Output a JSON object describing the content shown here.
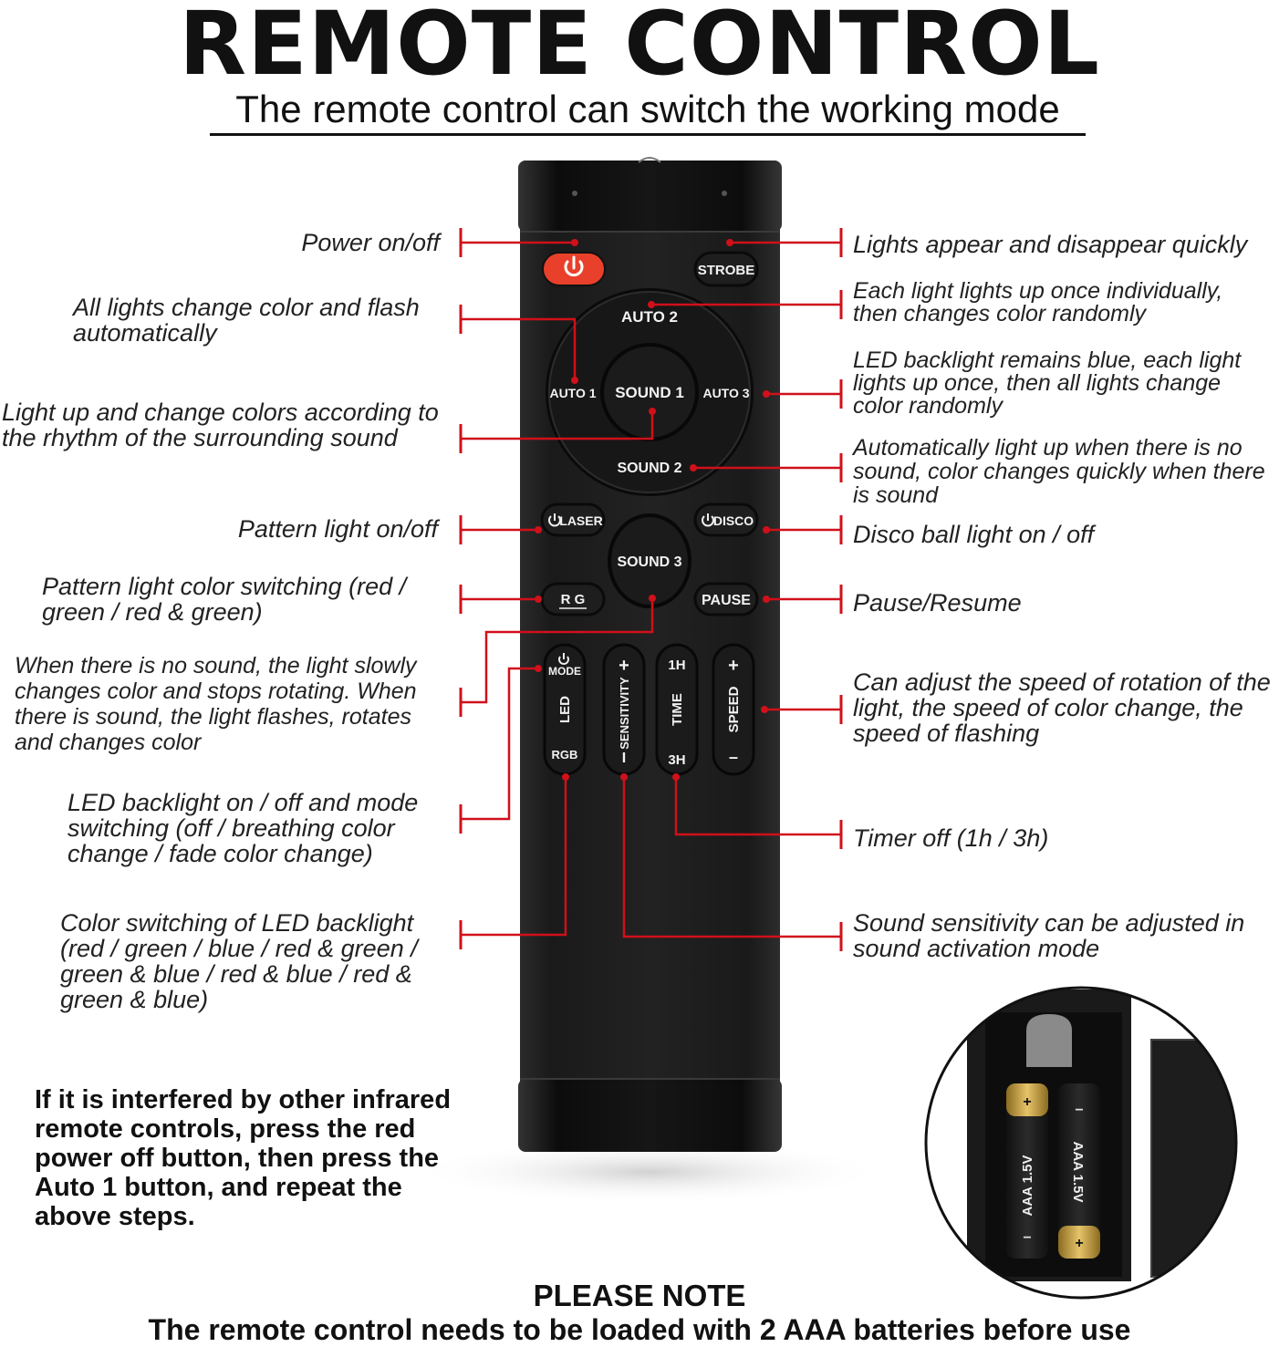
{
  "title": "REMOTE CONTROL",
  "subtitle": "The remote control can switch the working mode",
  "accent_color": "#d0101a",
  "power_button_color": "#e8402a",
  "remote_color": "#1c1c1c",
  "buttons": {
    "power": "power-icon",
    "strobe": "STROBE",
    "auto2": "AUTO 2",
    "auto1": "AUTO 1",
    "sound1": "SOUND 1",
    "auto3": "AUTO 3",
    "sound2": "SOUND 2",
    "laser": "LASER",
    "disco": "DISCO",
    "sound3": "SOUND 3",
    "rg": "R G",
    "pause": "PAUSE",
    "mode": "MODE",
    "led": "LED",
    "rgb": "RGB",
    "sensitivity": "SENSITIVITY",
    "sens_plus": "+",
    "sens_minus": "I",
    "time": "TIME",
    "time_1h": "1H",
    "time_3h": "3H",
    "speed": "SPEED",
    "speed_plus": "+",
    "speed_minus": "–"
  },
  "labels_left": {
    "power": "Power on/off",
    "auto1": "All lights change color and flash automatically",
    "sound1": "Light up and change colors according to the rhythm of the surrounding sound",
    "laser": "Pattern light on/off",
    "rg": "Pattern light color switching (red / green / red & green)",
    "sound3": "When there is no sound, the light slowly changes color and stops rotating. When there is sound, the light flashes, rotates and changes color",
    "mode": "LED backlight on / off and mode switching (off / breathing color change / fade color change)",
    "rgb": "Color switching of LED backlight (red / green / blue / red & green / green & blue / red & blue / red & green & blue)"
  },
  "labels_right": {
    "strobe": "Lights appear and disappear quickly",
    "auto2": "Each light lights up once individually, then changes color randomly",
    "auto3": "LED backlight remains blue, each light lights up once, then all lights change color randomly",
    "sound2": "Automatically light up when there is no sound, color changes quickly when there is sound",
    "disco": "Disco ball light on / off",
    "pause": "Pause/Resume",
    "speed": "Can adjust the speed of rotation of the light, the speed of color change, the speed of flashing",
    "time": "Timer off (1h / 3h)",
    "sensitivity": "Sound sensitivity can be adjusted in sound activation mode"
  },
  "note": "If it is interfered by other infrared remote controls, press the red power off button, then press the Auto 1 button, and repeat the above steps.",
  "please_note_title": "PLEASE NOTE",
  "please_note_text": "The remote control needs to be loaded with 2 AAA batteries before use",
  "battery": {
    "battery1_text": "AAA 1.5V",
    "battery2_text": "AAA 1.5V",
    "plus": "+",
    "minus": "−"
  }
}
